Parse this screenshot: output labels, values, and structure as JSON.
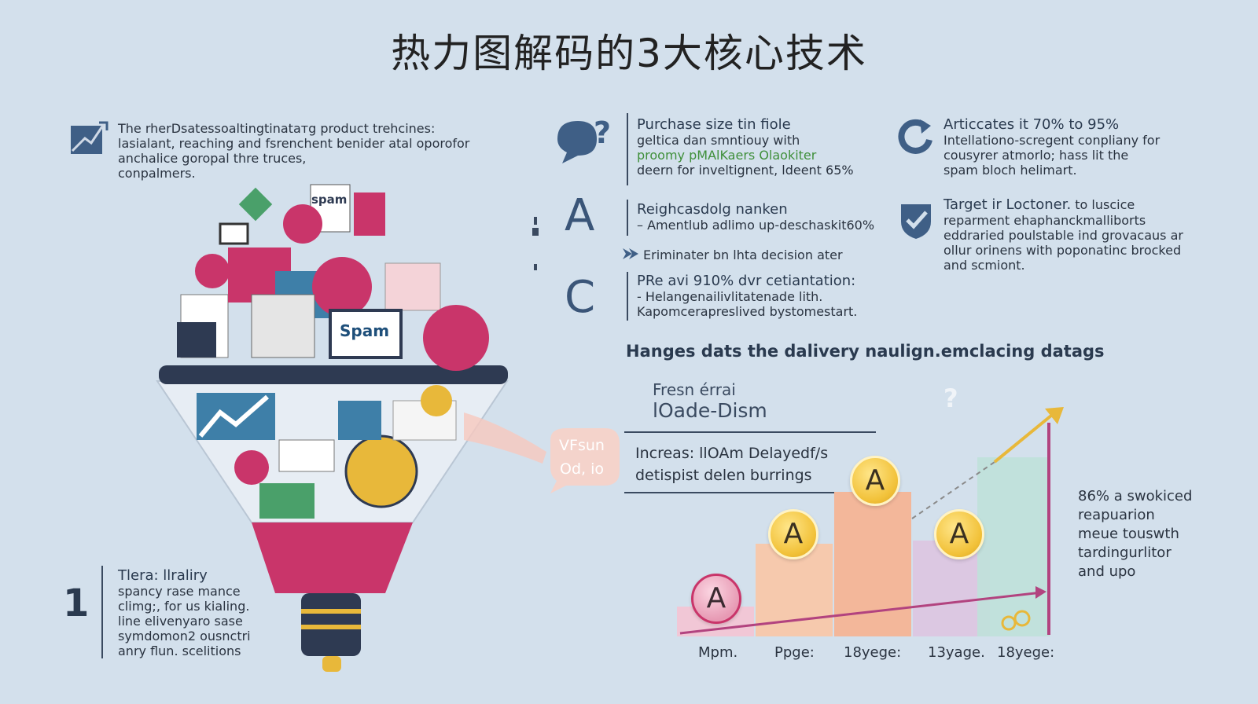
{
  "title": "热力图解码的3大核心技术",
  "top_left": {
    "lines": [
      "The rherDsatessoaltingtinataтg product trehcines:",
      "lasialant, reaching and fsrenchent benider atal oporofor",
      "anchalice goropal thre truces,",
      "conpalmers."
    ]
  },
  "funnel": {
    "spam_label_1": "spam",
    "spam_label_2": "Spam"
  },
  "speech_bubble": {
    "line1": "VFsun",
    "line2": "Od, io"
  },
  "middle": {
    "block1": {
      "lines": [
        "Purchase size tin fiole",
        "geltica dan smntiouy with"
      ],
      "green_line": "proomy pMAlKaers Olaokiter",
      "last_line": "deern for inveltignent, ldeent 65%"
    },
    "block2": {
      "letter": "A",
      "heading": "Reighcasdolg nanken",
      "line": "– Amentlub adlimo uр-deschaskit60%"
    },
    "eliminate": "Eriminater bn lhta decision ater",
    "block3": {
      "letter": "C",
      "heading": "PRe avi 910% dvr cetiantation:",
      "lines": [
        "- Helangenailivlitatenade lith.",
        "Kapomcerapreslived bystomestart."
      ]
    }
  },
  "right": {
    "block1": {
      "heading": "Articcates it 70% to 95%",
      "lines": [
        "Intellationo-scregent conpliany for",
        "cousyrer atmorlo; hass lit the",
        "spam bloch helimart."
      ]
    },
    "block2": {
      "heading": "Target ir Loctoner.",
      "heading_tail": "to luscice",
      "lines": [
        "reparment ehaphanckmalliborts",
        "eddraried poulstable ind grovacaus ar",
        "ollur orinens with poponatinc brocked",
        "and scmiont."
      ]
    }
  },
  "chart_heading": "Hanges dats the dalivery naulign.emclacing datags",
  "chart_box": {
    "top_line1": "Fresn érrai",
    "top_line2": "lOade-Dism",
    "mid_line1": "Increas: llOAm Delayedf/s",
    "mid_line2": "detispist delen burrings"
  },
  "chart_note": [
    "86% a swokiced",
    "reapuarion",
    "meue touswth",
    "tardingurlitor",
    "and upo"
  ],
  "bottom_left": {
    "number": "1",
    "heading": "Tlera: llraliry",
    "lines": [
      "spancy rase mance",
      "climg;, for us kialing.",
      "line elivenyaro sase",
      "symdomon2 ousnctri",
      "anry flun. scelitions"
    ]
  },
  "chart_data": {
    "type": "bar",
    "categories": [
      "Mpm.",
      "Ppge:",
      "18yege:",
      "13yage.",
      "18yege:"
    ],
    "coin_label": "A",
    "colors": [
      "#f1c7d6",
      "#f6c9ad",
      "#f3b79a",
      "#dcc8e2",
      "#bfe1da"
    ]
  },
  "colors": {
    "background": "#d3e0ec",
    "funnel_pink": "#c9356a",
    "dark_navy": "#2e3a52",
    "arrow_gold": "#e8b83a",
    "line_purple": "#b2437f"
  }
}
